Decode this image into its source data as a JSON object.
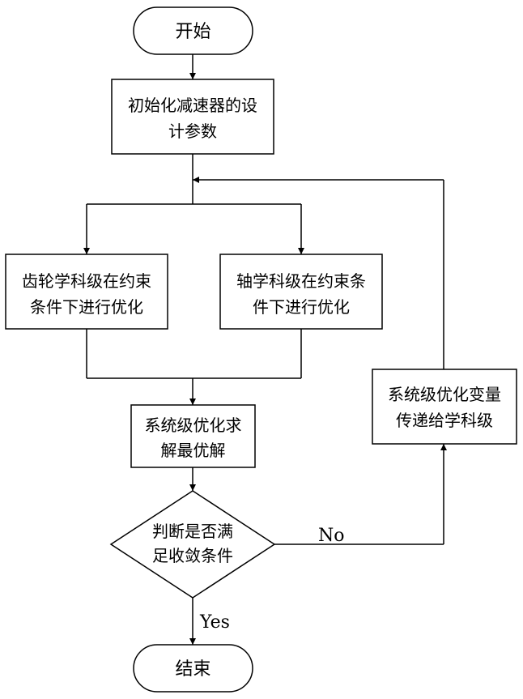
{
  "flowchart": {
    "start": "开始",
    "init": [
      "初始化减速器的设",
      "计参数"
    ],
    "gear": [
      "齿轮学科级在约束",
      "条件下进行优化"
    ],
    "shaft": [
      "轴学科级在约束条",
      "件下进行优化"
    ],
    "system": [
      "系统级优化求",
      "解最优解"
    ],
    "decision": [
      "判断是否满",
      "足收敛条件"
    ],
    "feedback": [
      "系统级优化变量",
      "传递给学科级"
    ],
    "end": "结束",
    "no_label": "No",
    "yes_label": "Yes"
  }
}
